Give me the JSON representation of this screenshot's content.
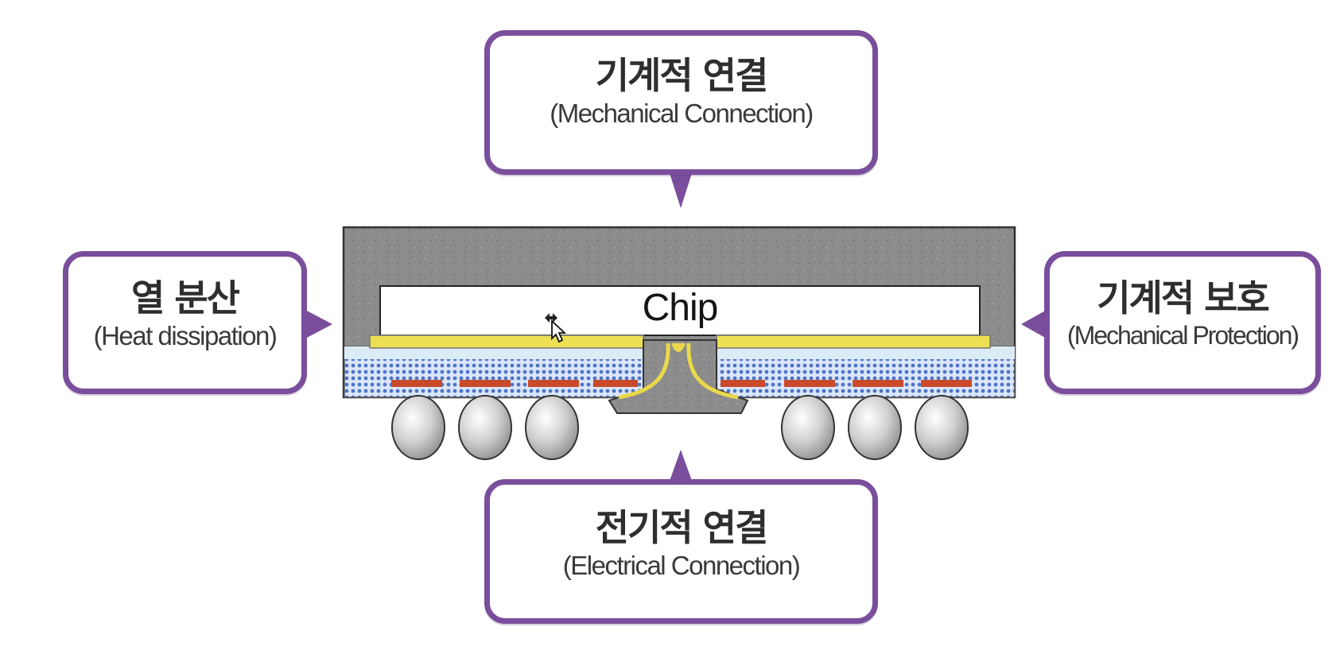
{
  "diagram": {
    "chip_label": "Chip",
    "callouts": {
      "top": {
        "ko": "기계적 연결",
        "en": "(Mechanical Connection)"
      },
      "bottom": {
        "ko": "전기적 연결",
        "en": "(Electrical Connection)"
      },
      "left": {
        "ko": "열 분산",
        "en": "(Heat dissipation)"
      },
      "right": {
        "ko": "기계적 보호",
        "en": "(Mechanical Protection)"
      }
    }
  },
  "colors": {
    "callout_border": "#7a4e9c",
    "mold": "#8a8a8a",
    "substrate_yellow": "#ecdf52",
    "substrate_blue": "#4d74c7",
    "pad_red": "#c94a2a",
    "solder_ball": "#c9c9c9"
  },
  "icons": {
    "cursor": "move-cursor-icon"
  }
}
